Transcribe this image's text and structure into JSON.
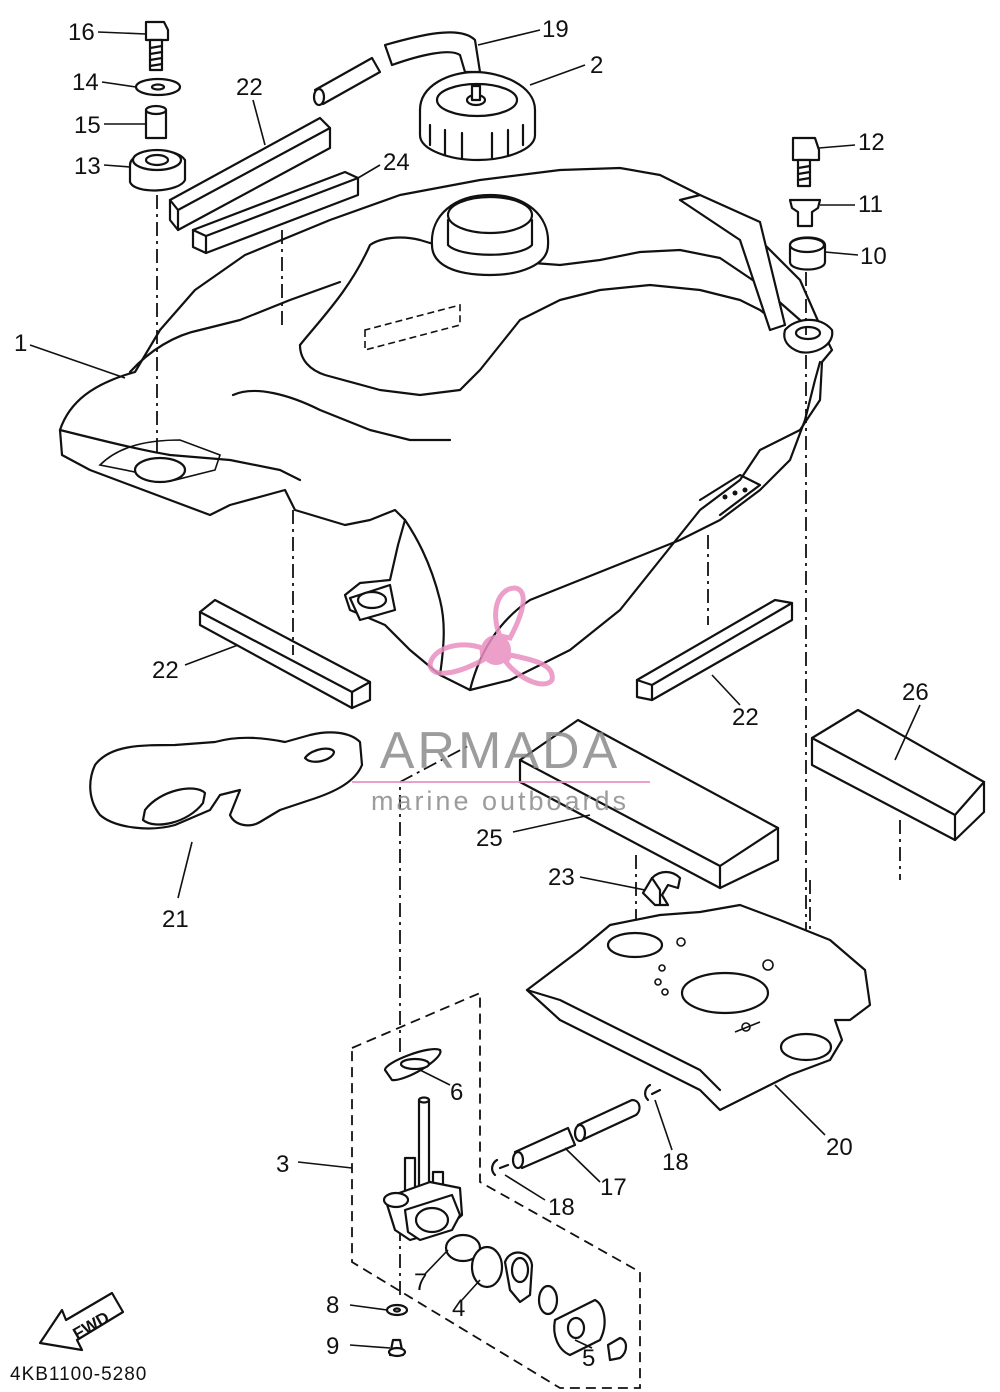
{
  "diagram_code": "4KB1100-5280",
  "fwd_label": "FWD",
  "watermark": {
    "title": "ARMADA",
    "subtitle": "marine outboards",
    "color_pink": "#e88fc0",
    "color_gray": "#8b8b8b"
  },
  "callouts": [
    {
      "id": "c16a",
      "text": "16"
    },
    {
      "id": "c14a",
      "text": "14"
    },
    {
      "id": "c15a",
      "text": "15"
    },
    {
      "id": "c13a",
      "text": "13"
    },
    {
      "id": "c19a",
      "text": "19"
    },
    {
      "id": "c2a",
      "text": "2"
    },
    {
      "id": "c22a",
      "text": "22"
    },
    {
      "id": "c24a",
      "text": "24"
    },
    {
      "id": "c12a",
      "text": "12"
    },
    {
      "id": "c11a",
      "text": "11"
    },
    {
      "id": "c10a",
      "text": "10"
    },
    {
      "id": "c1a",
      "text": "1"
    },
    {
      "id": "c22b",
      "text": "22"
    },
    {
      "id": "c22c",
      "text": "22"
    },
    {
      "id": "c26a",
      "text": "26"
    },
    {
      "id": "c21a",
      "text": "21"
    },
    {
      "id": "c25a",
      "text": "25"
    },
    {
      "id": "c23a",
      "text": "23"
    },
    {
      "id": "c6a",
      "text": "6"
    },
    {
      "id": "c3a",
      "text": "3"
    },
    {
      "id": "c18a",
      "text": "18"
    },
    {
      "id": "c17a",
      "text": "17"
    },
    {
      "id": "c18b",
      "text": "18"
    },
    {
      "id": "c20a",
      "text": "20"
    },
    {
      "id": "c7a",
      "text": "7"
    },
    {
      "id": "c4a",
      "text": "4"
    },
    {
      "id": "c8a",
      "text": "8"
    },
    {
      "id": "c9a",
      "text": "9"
    },
    {
      "id": "c5a",
      "text": "5"
    }
  ]
}
